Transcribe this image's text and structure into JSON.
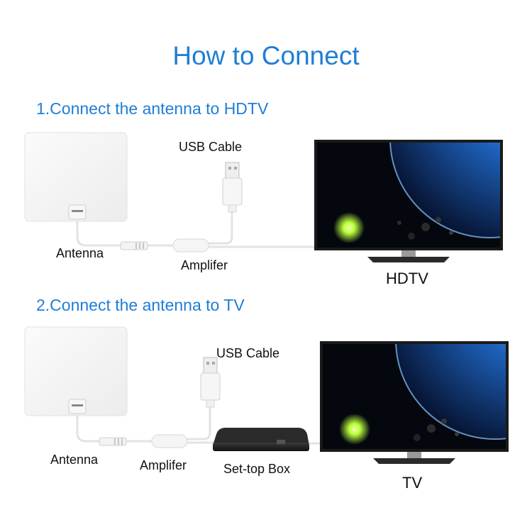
{
  "title": "How to Connect",
  "section1": {
    "heading": "1.Connect the antenna to HDTV",
    "antenna_label": "Antenna",
    "amplifier_label": "Amplifer",
    "usb_label": "USB Cable",
    "tv_label": "HDTV"
  },
  "section2": {
    "heading": "2.Connect the antenna to TV",
    "antenna_label": "Antenna",
    "amplifier_label": "Amplifer",
    "usb_label": "USB Cable",
    "settop_label": "Set-top Box",
    "tv_label": "TV"
  },
  "colors": {
    "heading_blue": "#1f7ed6",
    "screen_dark": "#05070f",
    "planet_blue": "#1d5fb8",
    "glow_green": "#b8ff3a"
  }
}
